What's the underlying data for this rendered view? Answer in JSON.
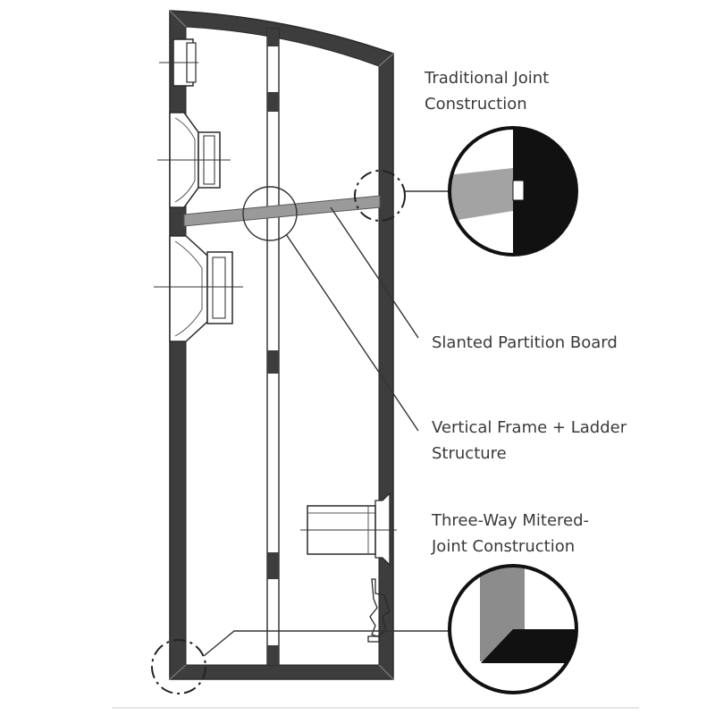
{
  "labels": {
    "traditional_joint": [
      "Traditional Joint",
      "Construction"
    ],
    "slanted_partition": [
      "Slanted Partition Board"
    ],
    "vertical_frame": [
      "Vertical Frame + Ladder",
      "Structure"
    ],
    "three_way_mitered": [
      "Three-Way Mitered-",
      "Joint Construction"
    ]
  },
  "colors": {
    "cabinet_wall": "#3d3d3d",
    "partition": "#9a9a9a",
    "inner_gray": "#8c8c8c",
    "text": "#3a3a3a",
    "line": "#4a4a4a"
  }
}
